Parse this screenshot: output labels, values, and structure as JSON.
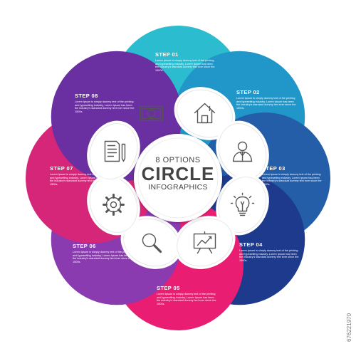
{
  "center": {
    "line1": "8 OPTIONS",
    "line2": "CIRCLE",
    "line3": "INFOGRAPHICS"
  },
  "steps": [
    {
      "title": "STEP 01",
      "desc": "Lorem Ipsum is simply dummy text of the printing and typesetting industry. Lorem Ipsum has been the industry's standard dummy text ever since the 1500s.",
      "icon": "home-icon",
      "color": "#2bbcd0"
    },
    {
      "title": "STEP 02",
      "desc": "Lorem Ipsum is simply dummy text of the printing and typesetting industry. Lorem Ipsum has been the industry's standard dummy text ever since the 1500s.",
      "icon": "user-icon",
      "color": "#2196c9"
    },
    {
      "title": "STEP 03",
      "desc": "Lorem Ipsum is simply dummy text of the printing and typesetting industry. Lorem Ipsum has been the industry's standard dummy text ever since the 1500s.",
      "icon": "lightbulb-icon",
      "color": "#245ea8"
    },
    {
      "title": "STEP 04",
      "desc": "Lorem Ipsum is simply dummy text of the printing and typesetting industry. Lorem Ipsum has been the industry's standard dummy text ever since the 1500s.",
      "icon": "presentation-chart-icon",
      "color": "#1e3a8c"
    },
    {
      "title": "STEP 05",
      "desc": "Lorem Ipsum is simply dummy text of the printing and typesetting industry. Lorem Ipsum has been the industry's standard dummy text ever since the 1500s.",
      "icon": "magnifier-icon",
      "color": "#e91e73"
    },
    {
      "title": "STEP 06",
      "desc": "Lorem Ipsum is simply dummy text of the printing and typesetting industry. Lorem Ipsum has been the industry's standard dummy text ever since the 1500s.",
      "icon": "gear-icon",
      "color": "#8a3bb0"
    },
    {
      "title": "STEP 07",
      "desc": "Lorem Ipsum is simply dummy text of the printing and typesetting industry. Lorem Ipsum has been the industry's standard dummy text ever since the 1500s.",
      "icon": "document-pen-icon",
      "color": "#d6267a"
    },
    {
      "title": "STEP 08",
      "desc": "Lorem Ipsum is simply dummy text of the printing and typesetting industry. Lorem Ipsum has been the industry's standard dummy text ever since the 1500s.",
      "icon": "banknote-icon",
      "color": "#6a2fa0"
    }
  ],
  "side_mark": "676221970"
}
